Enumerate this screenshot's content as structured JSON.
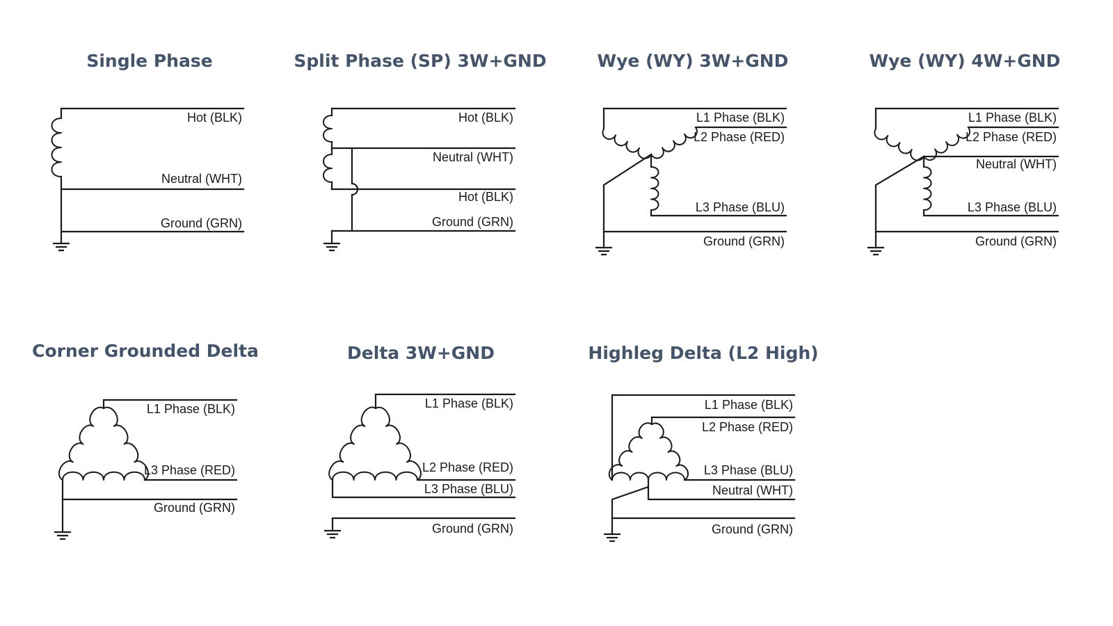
{
  "diagrams": [
    {
      "id": "single-phase",
      "title": "Single Phase",
      "labels": [
        "Hot (BLK)",
        "Neutral (WHT)",
        "Ground (GRN)"
      ]
    },
    {
      "id": "split-phase",
      "title": "Split Phase (SP) 3W+GND",
      "labels": [
        "Hot (BLK)",
        "Neutral (WHT)",
        "Hot (BLK)",
        "Ground (GRN)"
      ]
    },
    {
      "id": "wye-3w",
      "title": "Wye (WY) 3W+GND",
      "labels": [
        "L1 Phase (BLK)",
        "L2 Phase (RED)",
        "L3 Phase (BLU)",
        "Ground (GRN)"
      ]
    },
    {
      "id": "wye-4w",
      "title": "Wye (WY) 4W+GND",
      "labels": [
        "L1 Phase (BLK)",
        "L2 Phase (RED)",
        "Neutral (WHT)",
        "L3 Phase (BLU)",
        "Ground (GRN)"
      ]
    },
    {
      "id": "corner-grounded-delta",
      "title": "Corner Grounded Delta",
      "labels": [
        "L1 Phase (BLK)",
        "L3 Phase (RED)",
        "Ground (GRN)"
      ]
    },
    {
      "id": "delta-3w",
      "title": "Delta 3W+GND",
      "labels": [
        "L1 Phase (BLK)",
        "L2 Phase (RED)",
        "L3 Phase (BLU)",
        "Ground (GRN)"
      ]
    },
    {
      "id": "highleg-delta",
      "title": "Highleg Delta (L2 High)",
      "labels": [
        "L1 Phase (BLK)",
        "L2 Phase (RED)",
        "L3 Phase (BLU)",
        "Neutral (WHT)",
        "Ground (GRN)"
      ]
    }
  ]
}
